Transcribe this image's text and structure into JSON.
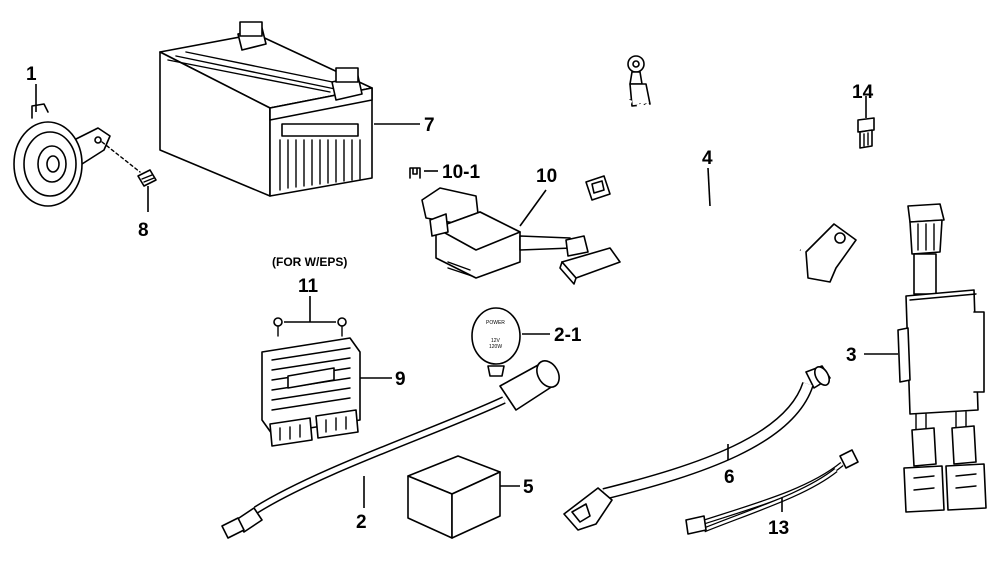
{
  "labels": {
    "p1": "1",
    "p2": "2",
    "p2_1": "2-1",
    "p3": "3",
    "p4": "4",
    "p5": "5",
    "p6": "6",
    "p7": "7",
    "p8": "8",
    "p9": "9",
    "p10": "10",
    "p10_1": "10-1",
    "p11": "11",
    "p13": "13",
    "p14": "14"
  },
  "note_eps": "(FOR W/EPS)",
  "socket_text": {
    "line1": "POWER",
    "line2": "12V",
    "line3": "120W"
  }
}
